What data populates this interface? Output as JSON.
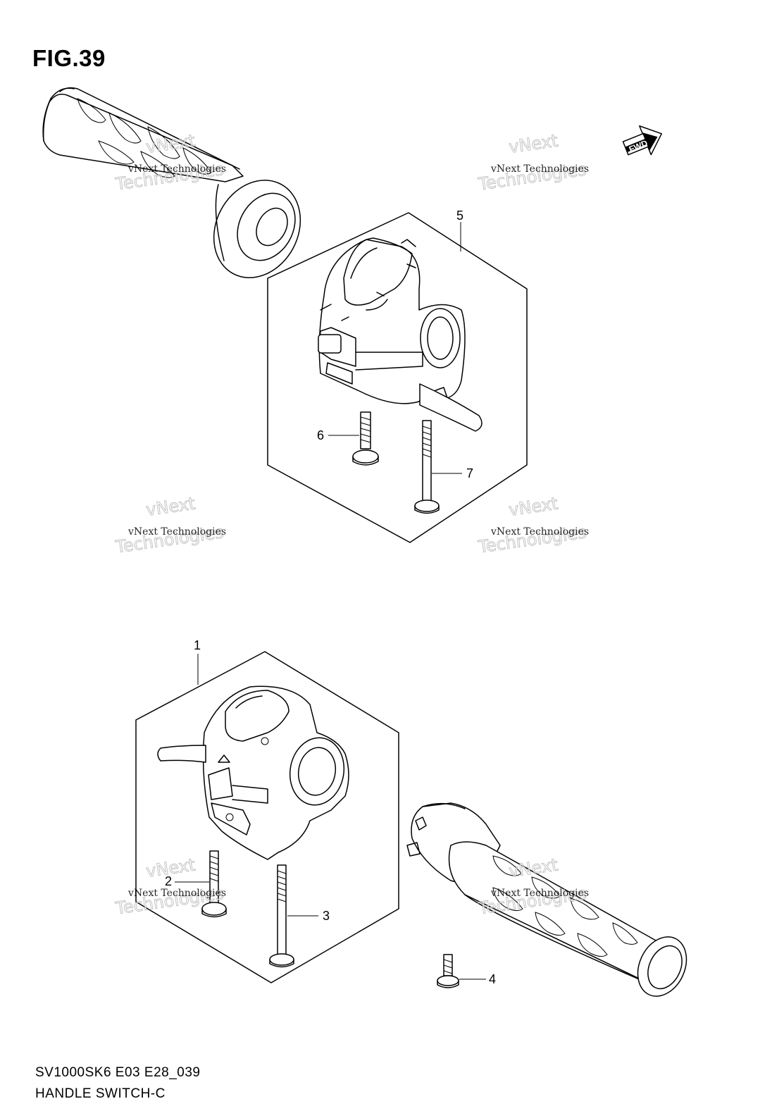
{
  "figure": {
    "title": "FIG.39",
    "model_code": "SV1000SK6 E03 E28_039",
    "name": "HANDLE SWITCH-C"
  },
  "fwd_label": "FWD",
  "watermark": {
    "line1": "vNext Technologies",
    "line2a": "vNext",
    "line2b": "Technologies"
  },
  "callouts": [
    {
      "id": "1",
      "label": "1"
    },
    {
      "id": "2",
      "label": "2"
    },
    {
      "id": "3",
      "label": "3"
    },
    {
      "id": "4",
      "label": "4"
    },
    {
      "id": "5",
      "label": "5"
    },
    {
      "id": "6",
      "label": "6"
    },
    {
      "id": "7",
      "label": "7"
    }
  ]
}
